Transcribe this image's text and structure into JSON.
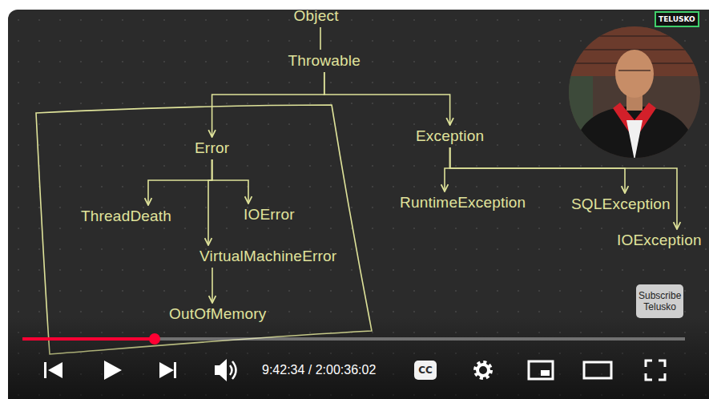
{
  "diagram": {
    "nodes": [
      {
        "text": [
          "Object"
        ]
      },
      {
        "text": [
          "Throwable"
        ]
      },
      {
        "text": [
          "Error"
        ]
      },
      {
        "text": [
          "Exception"
        ]
      },
      {
        "text": [
          "ThreadDeath"
        ]
      },
      {
        "text": [
          "IOError"
        ]
      },
      {
        "text": [
          "VirtualMachineError"
        ]
      },
      {
        "text": [
          "OutOfMemory"
        ]
      },
      {
        "text": [
          "RuntimeException"
        ]
      },
      {
        "text": [
          "SQLException"
        ]
      },
      {
        "text": [
          "IOException"
        ]
      },
      {
        "text": [
          "TELUSKO"
        ]
      },
      {
        "text": [
          "Subscribe Telusko"
        ]
      }
    ],
    "edges": [
      {
        "from": 0,
        "to": 1,
        "arrow": "none"
      },
      {
        "from": 1,
        "to": 2,
        "arrow": "to"
      },
      {
        "from": 1,
        "to": 3,
        "arrow": "to"
      },
      {
        "from": 2,
        "to": 4,
        "arrow": "to"
      },
      {
        "from": 2,
        "to": 5,
        "arrow": "to"
      },
      {
        "from": 2,
        "to": 6,
        "arrow": "to"
      },
      {
        "from": 6,
        "to": 7,
        "arrow": "to"
      },
      {
        "from": 3,
        "to": 8,
        "arrow": "to"
      },
      {
        "from": 3,
        "to": 9,
        "arrow": "to"
      },
      {
        "from": 3,
        "to": 10,
        "arrow": "to"
      }
    ],
    "labels": [
      "9:42:34 / 2:00:36:02",
      "CC"
    ]
  }
}
